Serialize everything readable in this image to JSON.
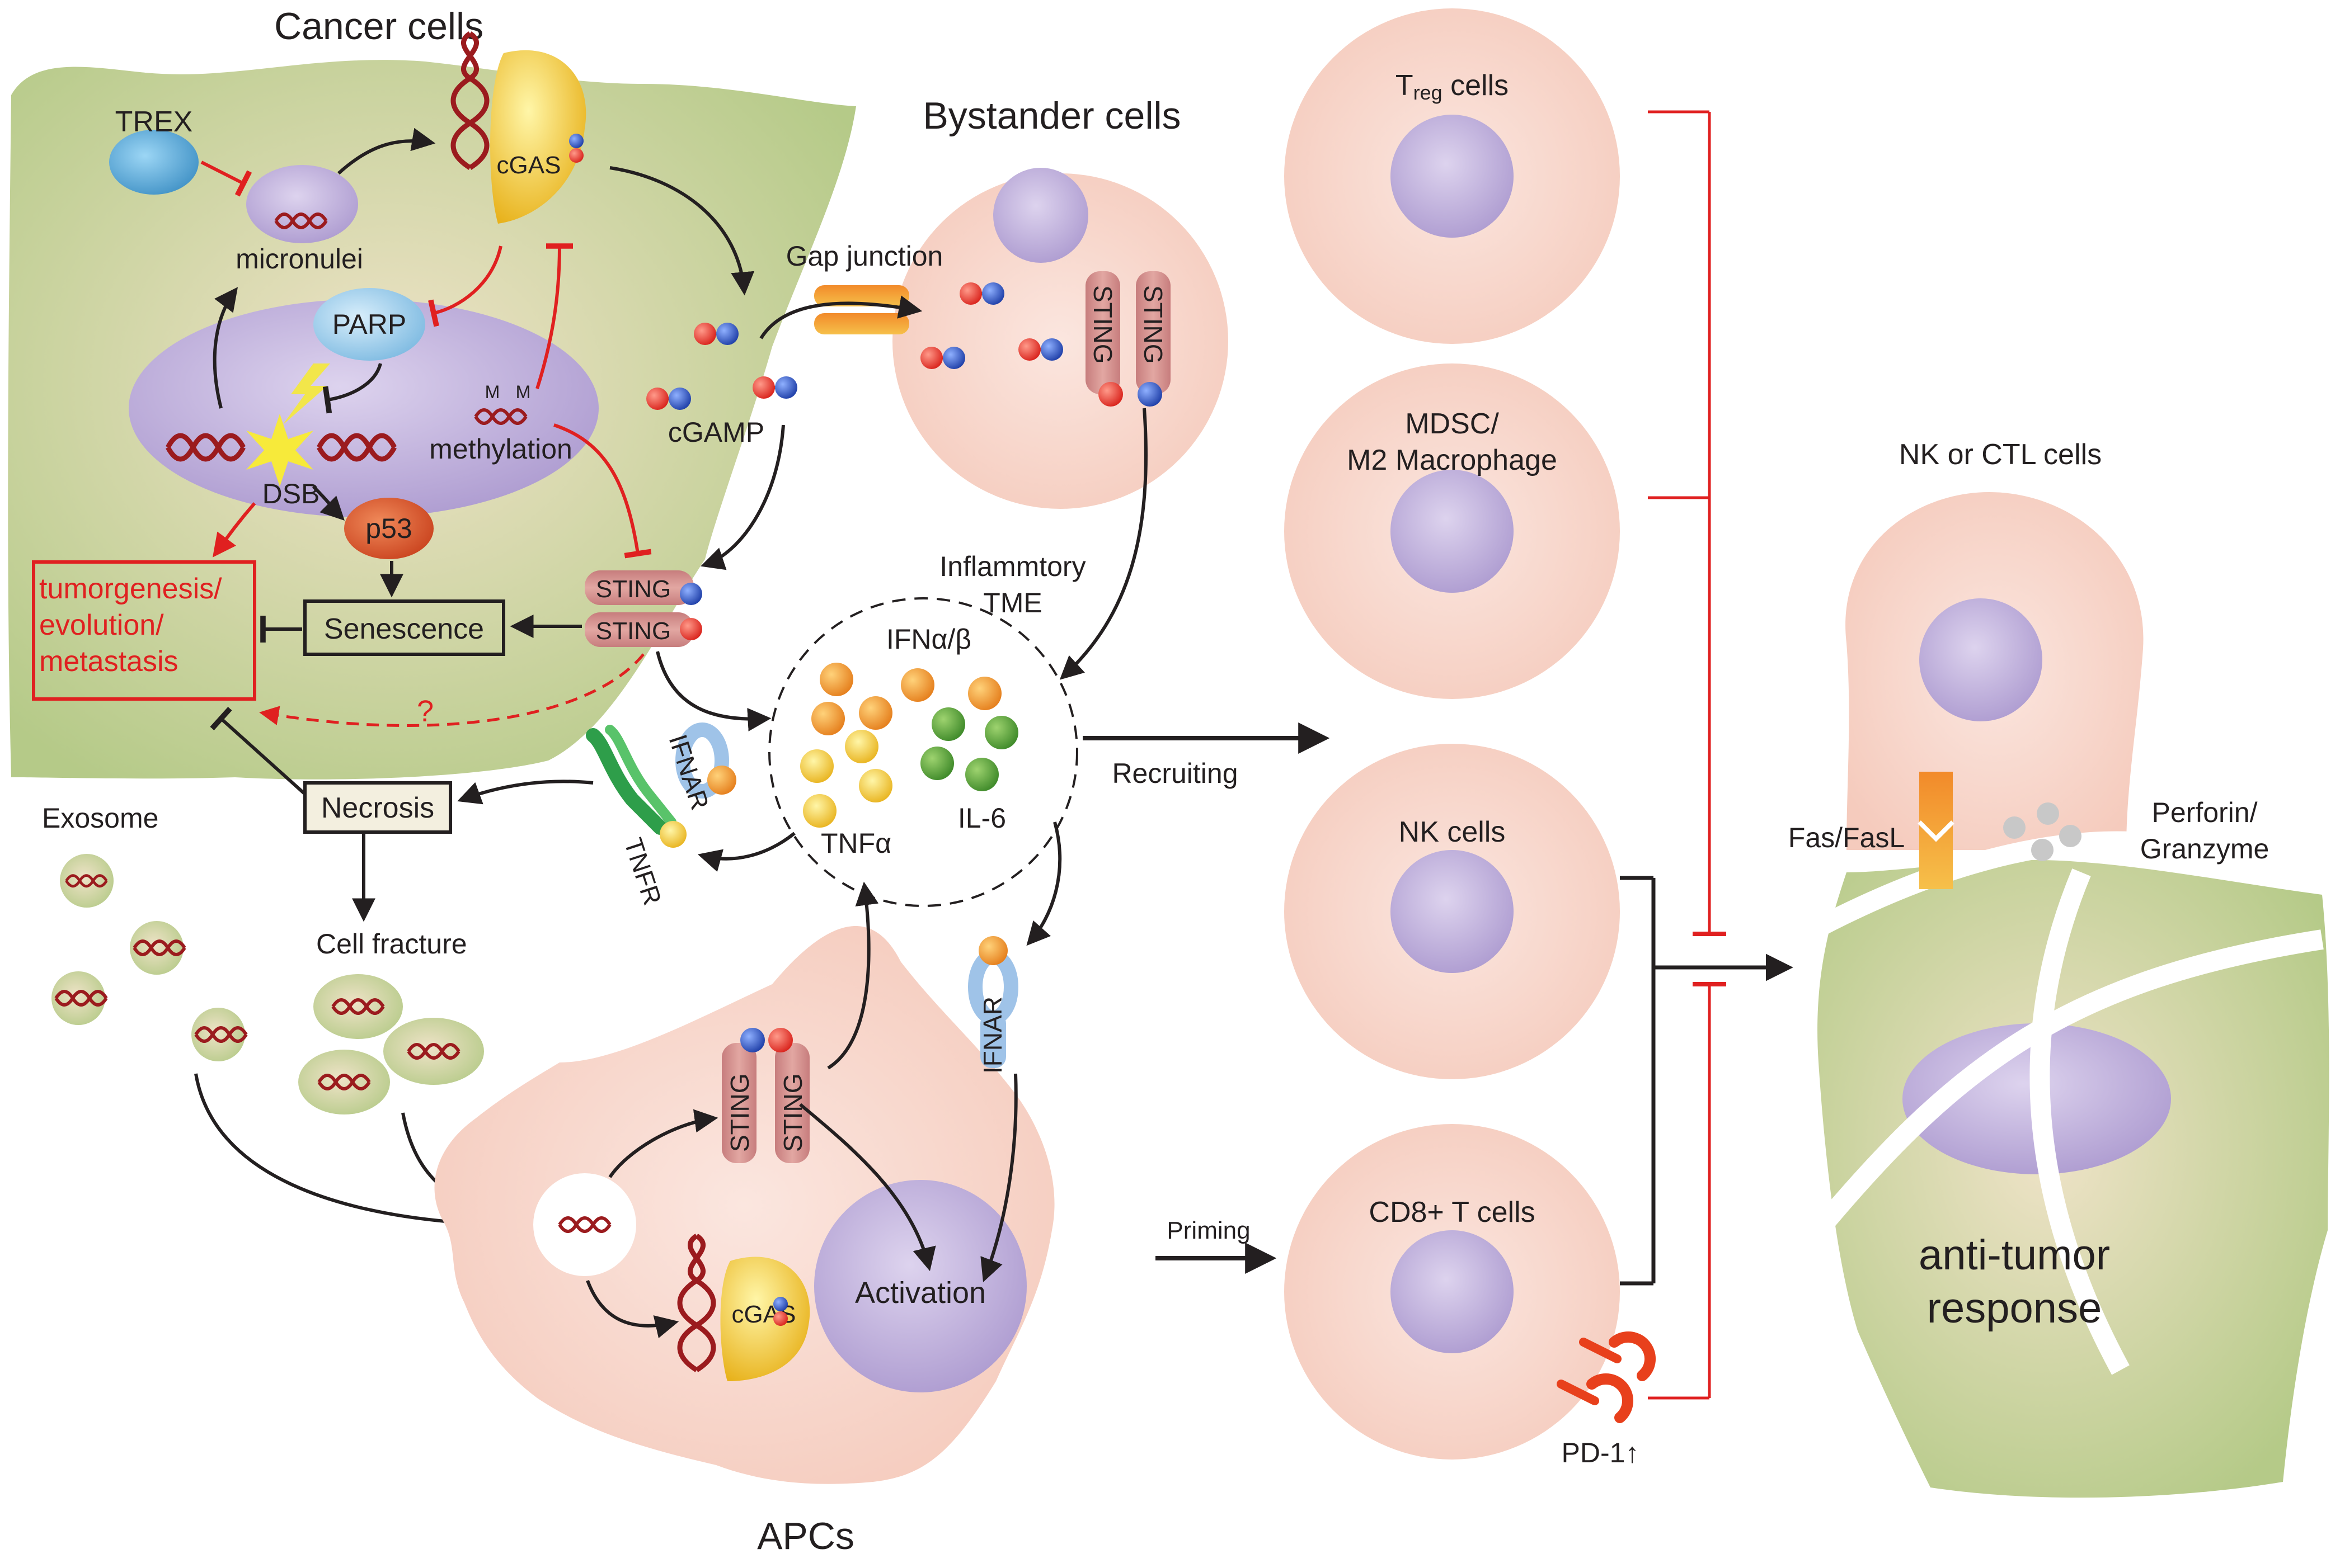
{
  "regions": {
    "cancer_cells": "Cancer cells",
    "bystander_cells": "Bystander cells",
    "apcs": "APCs"
  },
  "cancer": {
    "trex": "TREX",
    "micronuclei": "micronulei",
    "cgas": "cGAS",
    "parp": "PARP",
    "methyl_mark": "M",
    "methylation": "methylation",
    "cgamp": "cGAMP",
    "dsb": "DSB",
    "p53": "p53",
    "tumor_outcome": [
      "tumorgenesis/",
      "evolution/",
      "metastasis"
    ],
    "senescence": "Senescence",
    "sting": "STING",
    "question": "?",
    "necrosis": "Necrosis",
    "ifnar": "IFNAR",
    "tnfr": "TNFR"
  },
  "bystander": {
    "gap_junction": "Gap junction",
    "sting": "STING"
  },
  "tme": {
    "title": [
      "Inflammtory",
      "TME"
    ],
    "ifn": "IFNα/β",
    "tnf": "TNFα",
    "il6": "IL-6"
  },
  "debris": {
    "exosome": "Exosome",
    "cell_fracture": "Cell fracture"
  },
  "apc": {
    "sting": "STING",
    "cgas": "cGAS",
    "ifnar": "IFNAR",
    "activation": "Activation"
  },
  "flows": {
    "recruiting": "Recruiting",
    "priming": "Priming"
  },
  "immune": {
    "treg_prefix": "T",
    "treg_sub": "reg",
    "treg_suffix": " cells",
    "mdsc": [
      "MDSC/",
      "M2 Macrophage"
    ],
    "nk": "NK cells",
    "cd8": "CD8+ T cells",
    "pd1": "PD-1↑"
  },
  "effector": {
    "nk_ctl": "NK or CTL cells",
    "fas": "Fas/FasL",
    "perforin": [
      "Perforin/",
      "Granzyme"
    ],
    "response": [
      "anti-tumor",
      "response"
    ]
  },
  "colors": {
    "cancer_green": "#b8cc8c",
    "cell_pink": "#f7d3c6",
    "nucleus_purple": "#b7a8d6",
    "inhibit_red": "#e02020",
    "sting_rose": "#d18a8a",
    "dna_red": "#9b1b1e"
  }
}
